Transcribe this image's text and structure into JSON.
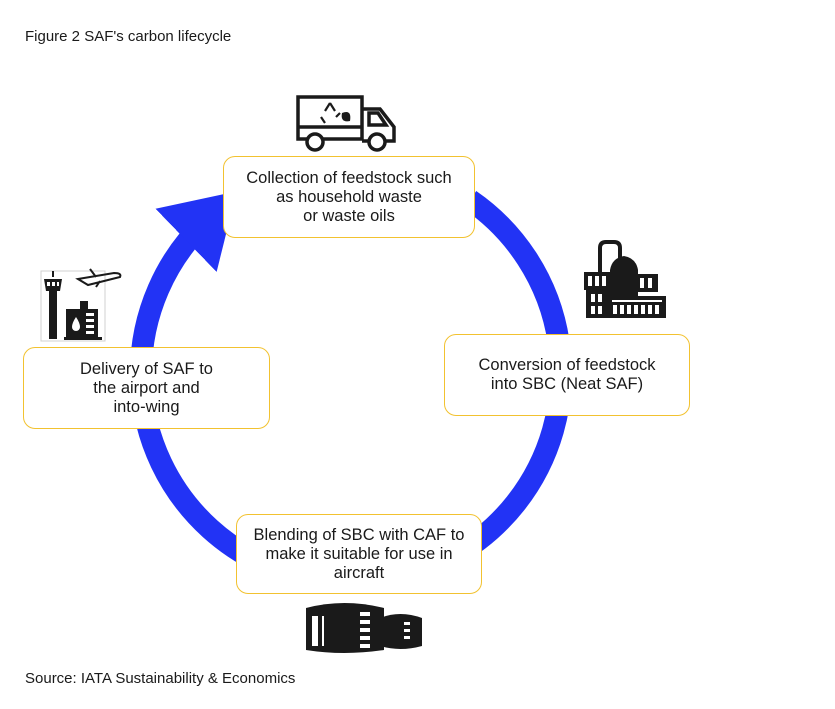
{
  "figure": {
    "title": "Figure 2 SAF's carbon lifecycle",
    "source": "Source: IATA Sustainability & Economics"
  },
  "colors": {
    "ring": "#2233f5",
    "box_border": "#f2c230",
    "icon": "#1a1a1a"
  },
  "steps": [
    {
      "label": "Collection of feedstock such\nas household waste\nor waste oils",
      "icon": "recycling-truck-icon"
    },
    {
      "label": "Conversion of feedstock\ninto SBC (Neat SAF)",
      "icon": "refinery-icon"
    },
    {
      "label": "Blending of SBC with CAF to\nmake it suitable for use in\naircraft",
      "icon": "storage-tanks-icon"
    },
    {
      "label": "Delivery of SAF to\nthe airport and\ninto-wing",
      "icon": "airport-fuel-icon"
    }
  ],
  "flow_direction": "clockwise"
}
